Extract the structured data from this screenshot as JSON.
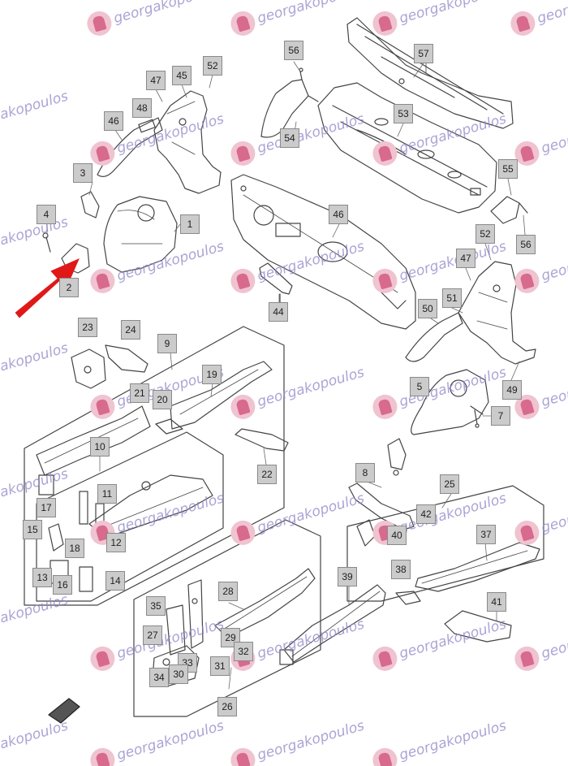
{
  "colors": {
    "line": "#444444",
    "label_fill": "#cbcbcb",
    "label_border": "#8a8a8a",
    "watermark_text": "#8e86c8",
    "watermark_badge": "#d76a8e",
    "arrow": "#e01818"
  },
  "watermark": {
    "text": "georgakopoulos",
    "icon": "logo-badge-icon"
  },
  "arrow_icon": "red-arrow-icon",
  "callouts": [
    "56",
    "57",
    "47",
    "45",
    "52",
    "48",
    "46",
    "53",
    "54",
    "3",
    "55",
    "4",
    "1",
    "46",
    "52",
    "56",
    "2",
    "47",
    "44",
    "51",
    "50",
    "23",
    "24",
    "9",
    "19",
    "21",
    "20",
    "5",
    "49",
    "7",
    "10",
    "22",
    "8",
    "25",
    "11",
    "12",
    "17",
    "15",
    "42",
    "40",
    "37",
    "18",
    "38",
    "13",
    "16",
    "14",
    "39",
    "28",
    "35",
    "27",
    "29",
    "32",
    "33",
    "31",
    "34",
    "30",
    "26",
    "41"
  ]
}
